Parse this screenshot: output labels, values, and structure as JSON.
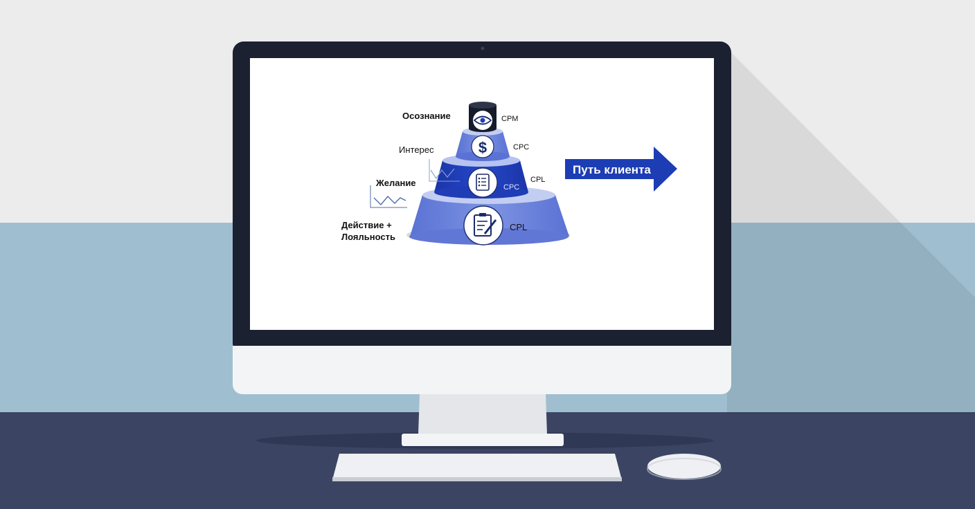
{
  "funnel": {
    "stages": [
      {
        "label": "Осознание",
        "metric": "CPM",
        "icon": "eye-icon"
      },
      {
        "label": "Интерес",
        "metric": "CPC",
        "icon": "dollar-icon"
      },
      {
        "label": "Желание",
        "metric": "CPC",
        "metric_outer": "CPL",
        "icon": "checklist-icon"
      },
      {
        "label_line1": "Действие +",
        "label_line2": "Лояльность",
        "metric": "CPL",
        "icon": "clipboard-pencil-icon"
      }
    ]
  },
  "arrow": {
    "label": "Путь клиента"
  },
  "colors": {
    "wall": "#ececed",
    "stripe": "#9fbfd0",
    "desk": "#3b4563",
    "bezel": "#1b2130",
    "tier_light": "#6f86dc",
    "tier_dark": "#1f3fc0",
    "arrow": "#1c3db4"
  }
}
